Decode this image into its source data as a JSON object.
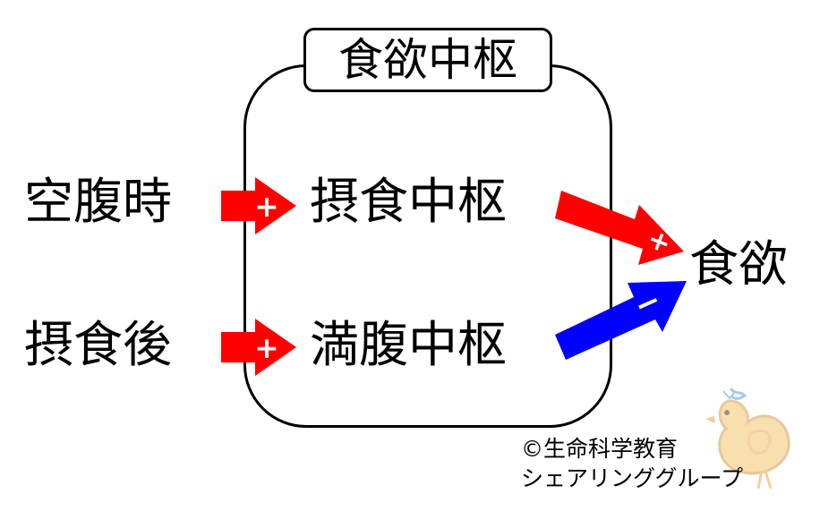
{
  "diagram": {
    "center_title": "食欲中枢",
    "inputs": [
      {
        "label": "空腹時"
      },
      {
        "label": "摂食後"
      }
    ],
    "centers": [
      {
        "label": "摂食中枢"
      },
      {
        "label": "満腹中枢"
      }
    ],
    "output": "食欲",
    "signs": {
      "input_to_feeding": "+",
      "input_to_satiety": "+",
      "feeding_to_appetite": "+",
      "satiety_to_appetite": "−"
    },
    "colors": {
      "positive_arrow": "#ff0000",
      "negative_arrow": "#0000ff",
      "outline": "#000000"
    }
  },
  "footer": {
    "credit_line_1": "©生命科学教育",
    "credit_line_2": "シェアリンググループ",
    "mascot_icon": "chick-icon"
  }
}
